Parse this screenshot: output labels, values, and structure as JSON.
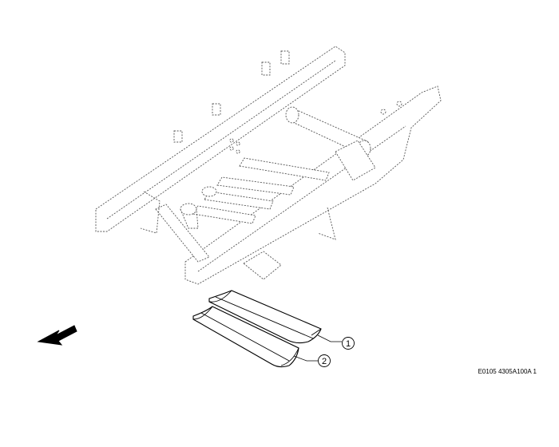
{
  "figure": {
    "callouts": [
      {
        "number": "1"
      },
      {
        "number": "2"
      }
    ],
    "reference_code": "E0105 4305A100A 1",
    "icons": [
      "direction-arrow-icon"
    ]
  }
}
